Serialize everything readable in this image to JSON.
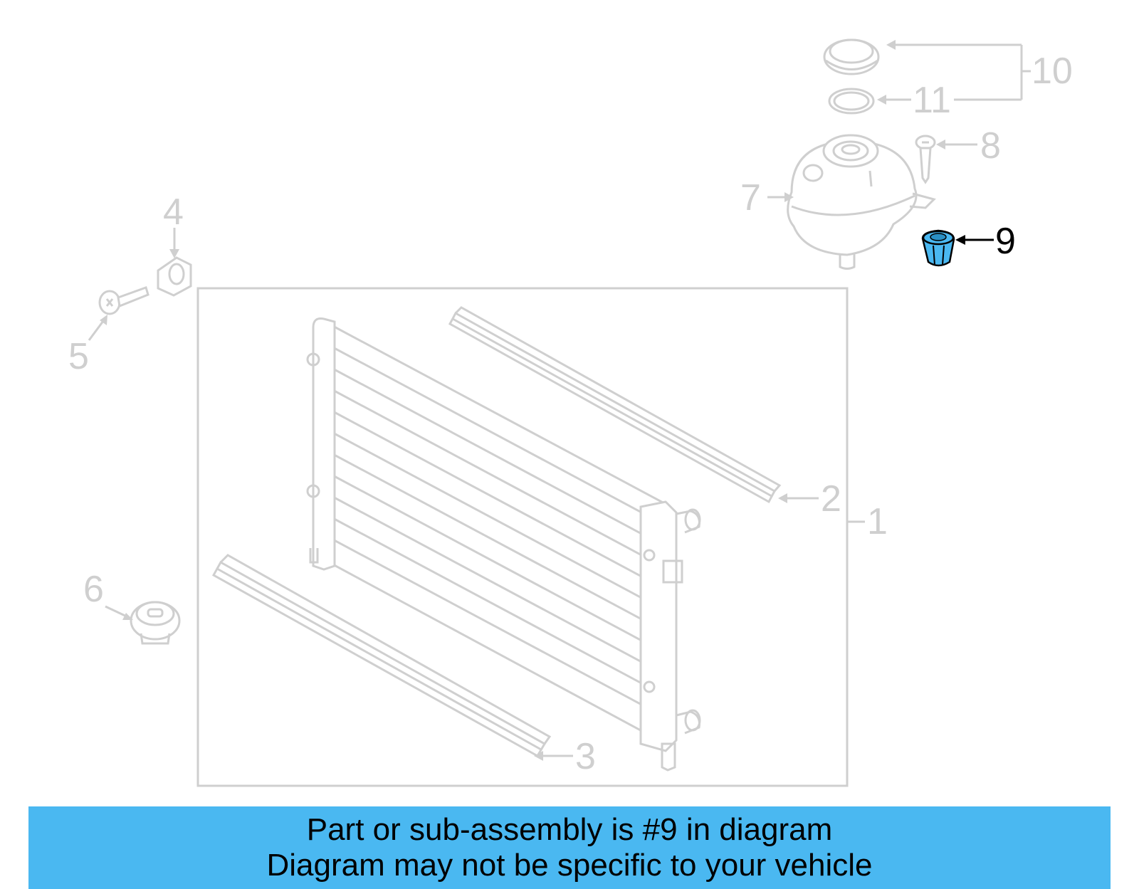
{
  "callouts": {
    "c1": "1",
    "c2": "2",
    "c3": "3",
    "c4": "4",
    "c5": "5",
    "c6": "6",
    "c7": "7",
    "c8": "8",
    "c9": "9",
    "c10": "10",
    "c11": "11"
  },
  "highlighted_part": "9",
  "colors": {
    "highlight": "#4ab8f1",
    "line_art": "#cfcfcf",
    "active_label": "#000000"
  },
  "caption": {
    "line1": "Part or sub-assembly is #9 in diagram",
    "line2": "Diagram may not be specific to your vehicle"
  }
}
